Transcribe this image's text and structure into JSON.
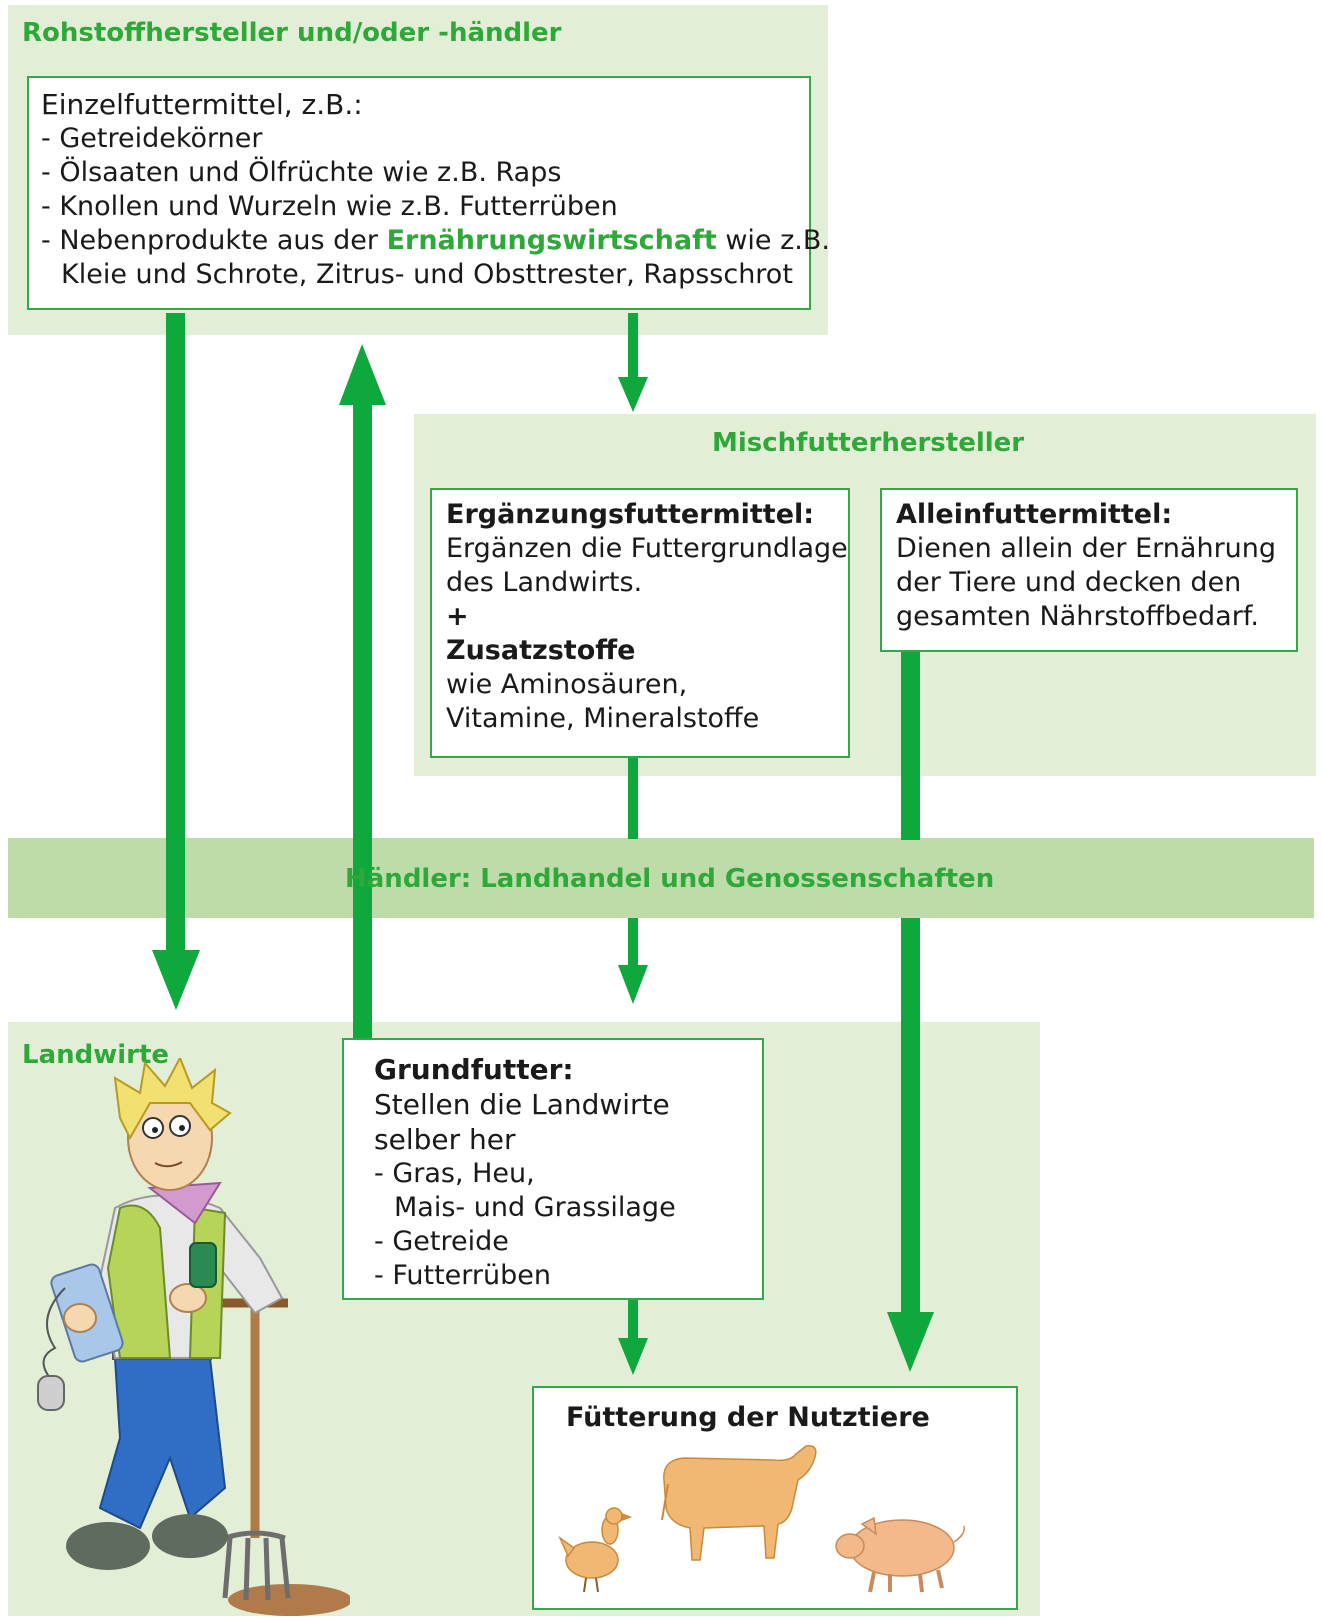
{
  "colors": {
    "panel": "#e2eed6",
    "band": "#bedcaa",
    "accent": "#2fa83a",
    "arrow": "#0fa83c",
    "box_border": "#33a84a"
  },
  "rohstoff": {
    "title": "Rohstoffhersteller und/oder -händler",
    "box": {
      "heading": "Einzelfuttermittel, z.B.:",
      "items": [
        "- Getreidekörner",
        "- Ölsaaten und Ölfrüchte wie z.B. Raps",
        "- Knollen und Wurzeln wie z.B. Futterrüben"
      ],
      "item4_before": "- Nebenprodukte aus der ",
      "item4_highlight": "Ernährungswirtschaft",
      "item4_after": " wie z.B.",
      "item4_cont": "Kleie und Schrote, Zitrus- und Obsttrester, Rapsschrot"
    }
  },
  "mischfutter": {
    "title": "Mischfutterhersteller",
    "ergaenzung": {
      "heading": "Ergänzungsfuttermittel:",
      "line1": "Ergänzen die Futtergrundlage",
      "line2": "des Landwirts.",
      "plus": "+",
      "sub_heading": "Zusatzstoffe",
      "line3": "wie Aminosäuren,",
      "line4": "Vitamine, Mineralstoffe"
    },
    "allein": {
      "heading": "Alleinfuttermittel:",
      "line1": "Dienen allein der Ernährung",
      "line2": "der Tiere und decken den",
      "line3": "gesamten Nährstoffbedarf."
    }
  },
  "haendler": {
    "title": "Händler: Landhandel und Genossenschaften"
  },
  "landwirte": {
    "title": "Landwirte",
    "grundfutter": {
      "heading1": "Grundfutter:",
      "heading2": "Stellen die Landwirte",
      "heading3": "selber her",
      "item1": "- Gras, Heu,",
      "item1_cont": "Mais- und Grassilage",
      "item2": "- Getreide",
      "item3": "- Futterrüben"
    },
    "fuetterung": {
      "title": "Fütterung der Nutztiere"
    }
  }
}
